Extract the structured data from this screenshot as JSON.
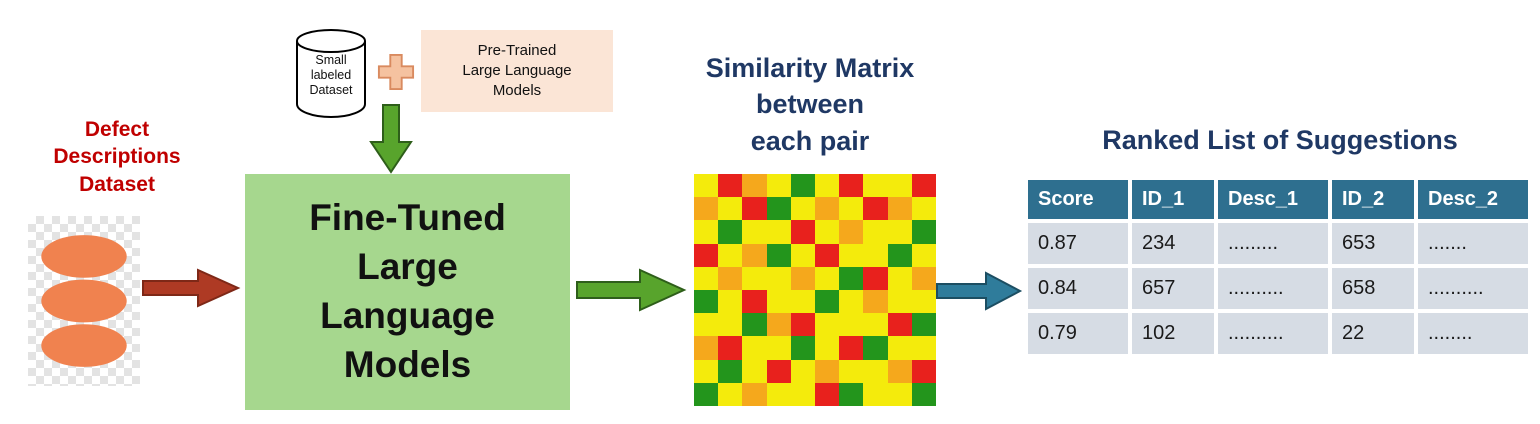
{
  "colors": {
    "red_text": "#C00000",
    "navy_text": "#1F3864",
    "green_box": "#A6D78E",
    "peach_box": "#FBE5D6",
    "db_icon": "#F0824F",
    "plus_fill": "#F5C2A0",
    "plus_edge": "#D98A5F",
    "red_arrow": "#AE3A24",
    "red_arrow_edge": "#7E2817",
    "green_arrow": "#58A42C",
    "green_arrow_edge": "#2E5E1A",
    "teal_arrow": "#2F7C9B",
    "teal_arrow_edge": "#1C4E62",
    "table_header": "#2E6F8F",
    "row_bg": "#D6DCE4"
  },
  "defect_dataset": {
    "lines": [
      "Defect",
      "Descriptions",
      "Dataset"
    ]
  },
  "small_dataset": {
    "lines": [
      "Small",
      "labeled",
      "Dataset"
    ]
  },
  "pretrained": {
    "lines": [
      "Pre-Trained",
      "Large Language",
      "Models"
    ]
  },
  "finetuned": {
    "lines": [
      "Fine-Tuned",
      "Large",
      "Language",
      "Models"
    ]
  },
  "similarity": {
    "lines": [
      "Similarity Matrix",
      "between",
      "each pair"
    ]
  },
  "ranked": {
    "title": "Ranked List of Suggestions"
  },
  "matrix": {
    "palette": {
      "R": "#E8211D",
      "G": "#23951C",
      "Y": "#F4EB0C",
      "O": "#F5A81C"
    },
    "rows": [
      "YROYGYRYYR",
      "OYRGYOYROY",
      "YGYYRYOYYG",
      "RYOGYRYYGY",
      "YOYYOYGRYO",
      "GYRYYGYOYY",
      "YYGORYYYRG",
      "ORYYGYRGYY",
      "YGYRYOYYOR",
      "GYOYYRGYYG"
    ]
  },
  "table": {
    "headers": [
      "Score",
      "ID_1",
      "Desc_1",
      "ID_2",
      "Desc_2"
    ],
    "rows": [
      [
        "0.87",
        "234",
        ".........",
        "653",
        "......."
      ],
      [
        "0.84",
        "657",
        "..........",
        "658",
        ".........."
      ],
      [
        "0.79",
        "102",
        "..........",
        "22",
        "........"
      ]
    ]
  }
}
